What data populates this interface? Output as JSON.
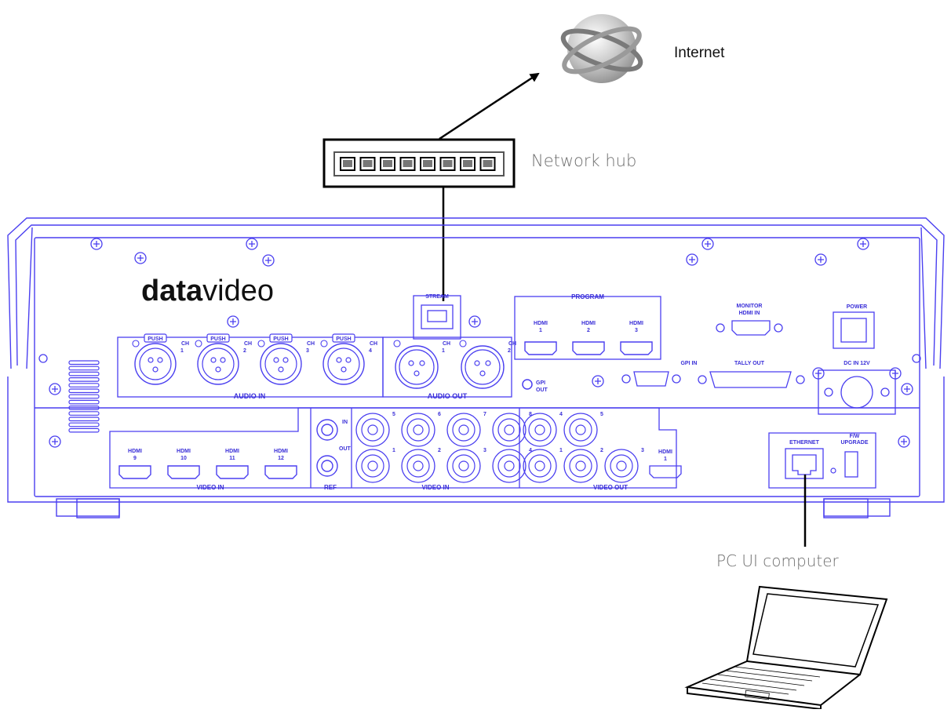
{
  "labels": {
    "internet": "Internet",
    "network_hub": "Network hub",
    "pc_ui_computer": "PC UI computer"
  },
  "colors": {
    "panel_line": "#4a3ff0",
    "connector_line": "#000000",
    "label_gray": "#6f6f6f"
  },
  "device": {
    "brand_prefix": "data",
    "brand_suffix": "video",
    "stream": "STREAM",
    "program": "PROGRAM",
    "monitor_line1": "MONITOR",
    "monitor_line2": "HDMI IN",
    "power": "POWER",
    "gpi_in": "GPI IN",
    "tally_out": "TALLY OUT",
    "dc_in": "DC IN 12V",
    "gpi_out_line1": "GPI",
    "gpi_out_line2": "OUT",
    "audio_in": "AUDIO IN",
    "audio_out": "AUDIO OUT",
    "push": "PUSH",
    "ch": "CH",
    "hdmi": "HDMI",
    "in": "IN",
    "out": "OUT",
    "ref": "REF",
    "video_in": "VIDEO IN",
    "video_out": "VIDEO OUT",
    "ethernet": "ETHERNET",
    "fw_line1": "F/W",
    "fw_line2": "UPGRADE",
    "program_hdmi_nums": [
      "1",
      "2",
      "3"
    ],
    "audio_in_channels": [
      "1",
      "2",
      "3",
      "4"
    ],
    "audio_out_channels": [
      "1",
      "2"
    ],
    "video_in_hdmi_nums": [
      "9",
      "10",
      "11",
      "12"
    ],
    "bnc_in_top_nums": [
      "5",
      "6",
      "7",
      "8"
    ],
    "bnc_in_bottom_nums": [
      "1",
      "2",
      "3",
      "4"
    ],
    "bnc_out_top_nums": [
      "4",
      "5"
    ],
    "bnc_out_bottom_nums": [
      "1",
      "2",
      "3"
    ],
    "video_out_hdmi_num": "1"
  }
}
